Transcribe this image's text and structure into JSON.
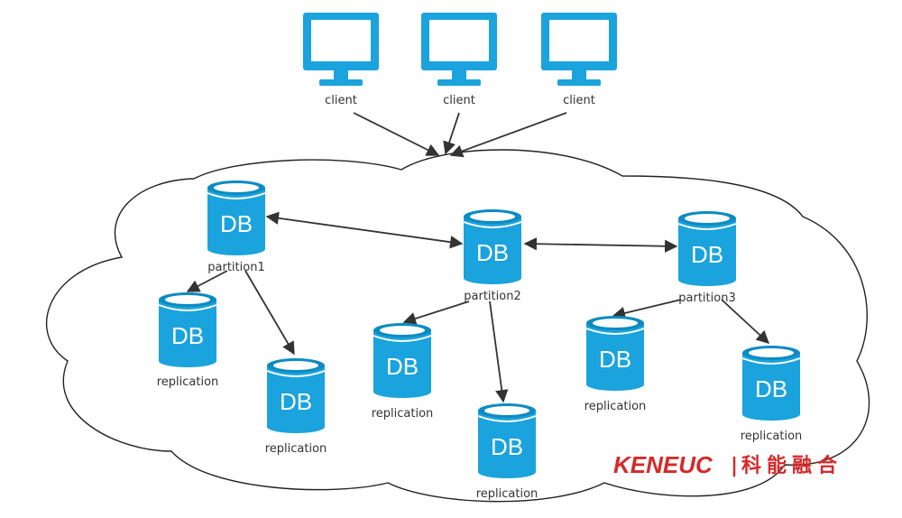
{
  "colors": {
    "accent": "#1aa3dc",
    "accent_dark": "#0d8bc2",
    "line": "#333333",
    "brand_red": "#d42a2a"
  },
  "clients": [
    {
      "label": "client",
      "icon": "monitor-icon"
    },
    {
      "label": "client",
      "icon": "monitor-icon"
    },
    {
      "label": "client",
      "icon": "monitor-icon"
    }
  ],
  "partitions": [
    {
      "db_text": "DB",
      "label": "partition1",
      "icon": "database-icon"
    },
    {
      "db_text": "DB",
      "label": "partition2",
      "icon": "database-icon"
    },
    {
      "db_text": "DB",
      "label": "partition3",
      "icon": "database-icon"
    }
  ],
  "replications": [
    {
      "db_text": "DB",
      "label": "replication",
      "icon": "database-icon"
    },
    {
      "db_text": "DB",
      "label": "replication",
      "icon": "database-icon"
    },
    {
      "db_text": "DB",
      "label": "replication",
      "icon": "database-icon"
    },
    {
      "db_text": "DB",
      "label": "replication",
      "icon": "database-icon"
    },
    {
      "db_text": "DB",
      "label": "replication",
      "icon": "database-icon"
    },
    {
      "db_text": "DB",
      "label": "replication",
      "icon": "database-icon"
    }
  ],
  "logo": {
    "text_en": "KENEUC",
    "separator": "|",
    "text_cn": "科能融合"
  }
}
